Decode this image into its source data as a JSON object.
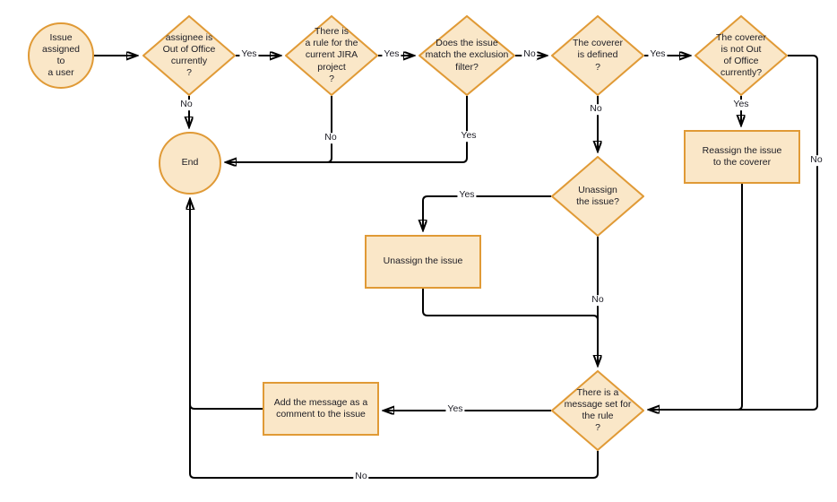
{
  "colors": {
    "node_fill": "#FAE7C8",
    "node_stroke": "#E09A36",
    "edge": "#000000",
    "text": "#1c1c24"
  },
  "nodes": {
    "start": "Issue\nassigned\nto\na user",
    "assignee_ooo": "assignee is\nOut of Office\ncurrently\n?",
    "rule_exists": "There is\na rule for the\ncurrent JIRA\nproject\n?",
    "exclusion_filter": "Does the issue\nmatch the exclusion\nfilter?",
    "coverer_defined": "The coverer\nis defined\n?",
    "coverer_not_ooo": "The coverer\nis not Out\nof Office\ncurrently?",
    "reassign": "Reassign the issue\nto the coverer",
    "unassign_q": "Unassign\nthe issue?",
    "unassign": "Unassign the issue",
    "message_set_q": "There is a\nmessage set for\nthe rule\n?",
    "add_comment": "Add the message as a\ncomment to the issue",
    "end": "End"
  },
  "edge_labels": {
    "assignee_yes": "Yes",
    "assignee_no": "No",
    "rule_yes": "Yes",
    "rule_no": "No",
    "exclusion_no": "No",
    "exclusion_yes": "Yes",
    "coverer_yes": "Yes",
    "coverer_no": "No",
    "not_ooo_yes": "Yes",
    "not_ooo_no": "No",
    "unassign_yes": "Yes",
    "unassign_no": "No",
    "message_yes": "Yes",
    "message_no": "No"
  }
}
